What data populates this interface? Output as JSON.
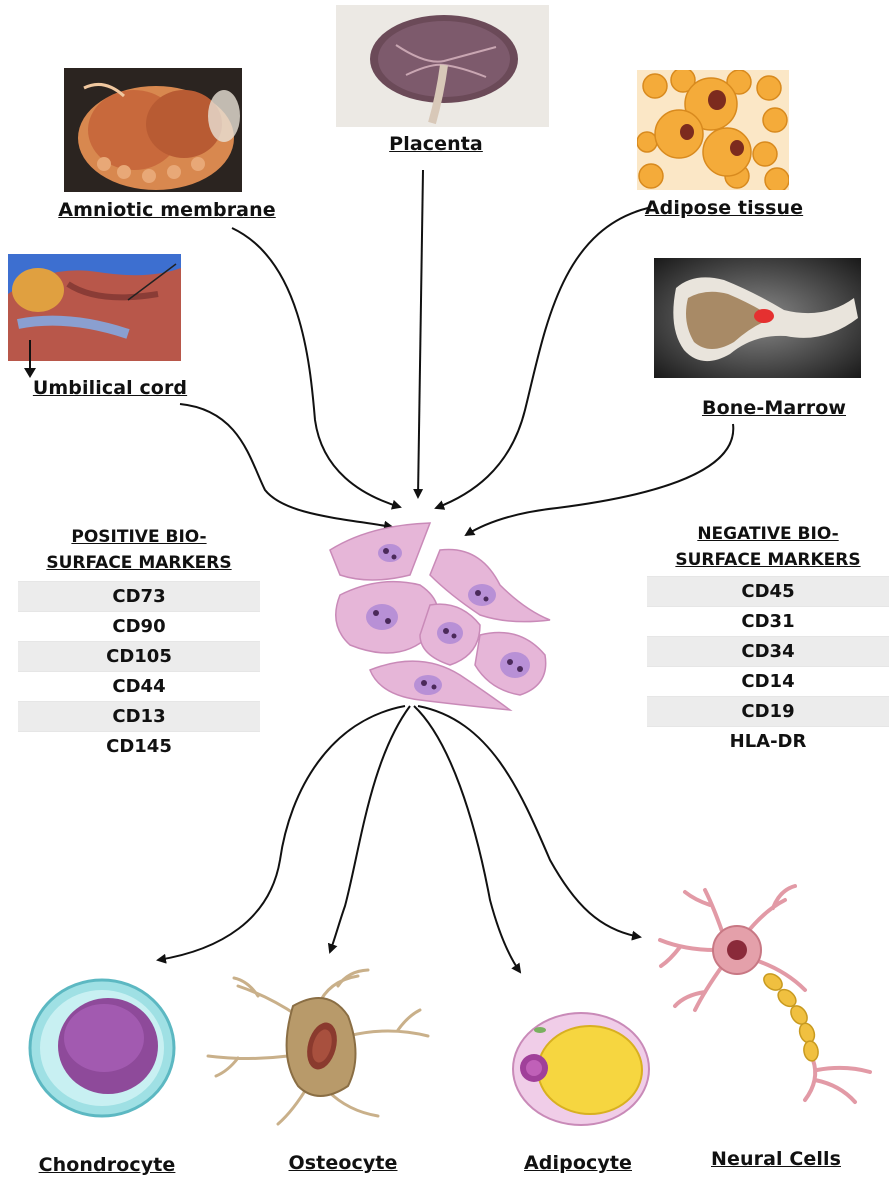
{
  "sources": {
    "placenta": "Placenta",
    "amniotic": "Amniotic membrane",
    "adipose": "Adipose tissue",
    "umbilical": "Umbilical cord",
    "bone_marrow": "Bone-Marrow"
  },
  "positive_markers": {
    "title_line1": "POSITIVE BIO-",
    "title_line2": "SURFACE MARKERS",
    "items": [
      "CD73",
      "CD90",
      "CD105",
      "CD44",
      "CD13",
      "CD145"
    ]
  },
  "negative_markers": {
    "title_line1": "NEGATIVE BIO-",
    "title_line2": "SURFACE MARKERS",
    "items": [
      "CD45",
      "CD31",
      "CD34",
      "CD14",
      "CD19",
      "HLA-DR"
    ]
  },
  "outputs": {
    "chondrocyte": "Chondrocyte",
    "osteocyte": "Osteocyte",
    "adipocyte": "Adipocyte",
    "neural": "Neural Cells"
  },
  "colors": {
    "arrow": "#111111",
    "stem_cell_fill": "#e6b6d8",
    "nucleus_fill": "#b890d6"
  }
}
